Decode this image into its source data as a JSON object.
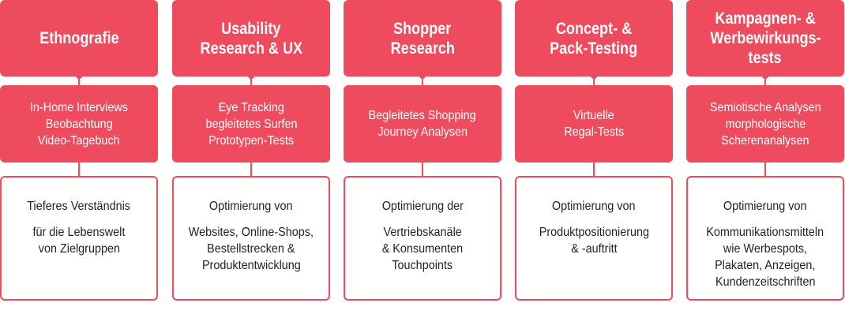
{
  "columns": [
    {
      "title": [
        "Ethnografie"
      ],
      "methods": [
        "In-Home Interviews",
        "Beobachtung",
        "Video-Tagebuch"
      ],
      "goal_groups": [
        [
          "Tieferes Verständnis"
        ],
        [
          "für die Lebenswelt",
          "von Zielgruppen"
        ]
      ]
    },
    {
      "title": [
        "Usability",
        "Research & UX"
      ],
      "methods": [
        "Eye Tracking",
        "begleitetes Surfen",
        "Prototypen-Tests"
      ],
      "goal_groups": [
        [
          "Optimierung von"
        ],
        [
          "Websites, Online-Shops,",
          "Bestellstrecken &",
          "Produktentwicklung"
        ]
      ]
    },
    {
      "title": [
        "Shopper",
        "Research"
      ],
      "methods": [
        "Begleitetes Shopping",
        "Journey Analysen"
      ],
      "goal_groups": [
        [
          "Optimierung der"
        ],
        [
          "Vertriebskanäle",
          "& Konsumenten",
          "Touchpoints"
        ]
      ]
    },
    {
      "title": [
        "Concept- &",
        "Pack-Testing"
      ],
      "methods": [
        "Virtuelle",
        "Regal-Tests"
      ],
      "goal_groups": [
        [
          "Optimierung von"
        ],
        [
          "Produktpositionierung",
          "& -auftritt"
        ]
      ]
    },
    {
      "title": [
        "Kampagnen- &",
        "Werbewirkungs-",
        "tests"
      ],
      "methods": [
        "Semiotische Analysen",
        "morphologische",
        "Scherenanalysen"
      ],
      "goal_groups": [
        [
          "Optimierung von"
        ],
        [
          "Kommunikationsmitteln",
          "wie Werbespots,",
          "Plakaten, Anzeigen,",
          "Kundenzeitschriften"
        ]
      ]
    }
  ],
  "colors": {
    "accent": "#ee4c5e",
    "text_dark": "#222222",
    "text_light": "#ffffff"
  }
}
